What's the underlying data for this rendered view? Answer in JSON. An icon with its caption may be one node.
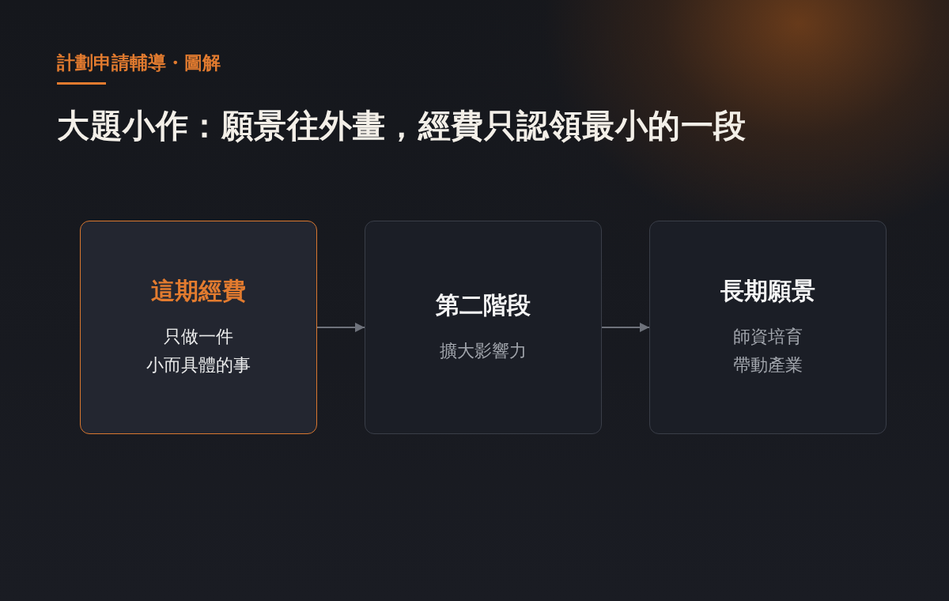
{
  "diagram": {
    "title": "大題小作：願景往外畫，經費只認領最小的一段",
    "nodes": [
      {
        "text": [
          "這期經費",
          "只做一件小而具體的事"
        ]
      },
      {
        "text": [
          "第二階段",
          "擴大影響力"
        ]
      },
      {
        "text": [
          "長期願景",
          "師資培育帶動產業"
        ]
      }
    ],
    "edges": [
      {
        "from": 0,
        "to": 1,
        "arrow": "to"
      },
      {
        "from": 1,
        "to": 2,
        "arrow": "to"
      }
    ],
    "labels": [
      "計劃申請輔導・圖解"
    ]
  }
}
